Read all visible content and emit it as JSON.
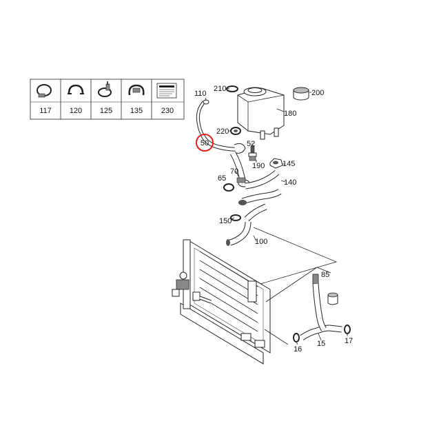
{
  "legend": {
    "items": [
      {
        "code": "117",
        "icon": "hose-clamp-icon"
      },
      {
        "code": "120",
        "icon": "spring-clip-icon"
      },
      {
        "code": "125",
        "icon": "screw-clamp-icon"
      },
      {
        "code": "135",
        "icon": "clamp-clip-icon"
      },
      {
        "code": "230",
        "icon": "warning-label-icon"
      }
    ]
  },
  "callouts": {
    "p110": "110",
    "p210": "210",
    "p200": "200",
    "p180": "180",
    "p220": "220",
    "p50": "50",
    "p52": "52",
    "p190": "190",
    "p145": "145",
    "p70": "70",
    "p65": "65",
    "p140": "140",
    "p150": "150",
    "p100": "100",
    "p85": "85",
    "p16": "16",
    "p15": "15",
    "p17": "17"
  },
  "highlight": {
    "part": "50",
    "color": "#e02020"
  }
}
